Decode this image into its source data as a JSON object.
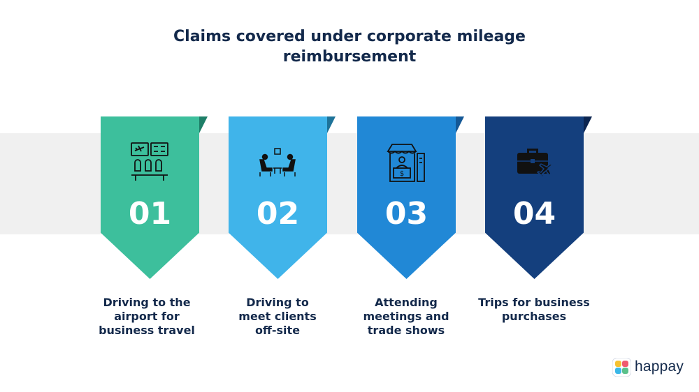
{
  "title_line1": "Claims covered under corporate mileage",
  "title_line2": "reimbursement",
  "steps": [
    {
      "number": "01",
      "icon": "airport-icon",
      "label_lines": [
        "Driving to the",
        "airport for",
        "business travel"
      ],
      "color": "#3dbf9c",
      "fold_color": "#1e7f68"
    },
    {
      "number": "02",
      "icon": "client-meeting-icon",
      "label_lines": [
        "Driving to",
        "meet clients",
        "off-site"
      ],
      "color": "#40b4ea",
      "fold_color": "#1e7399"
    },
    {
      "number": "03",
      "icon": "trade-booth-icon",
      "label_lines": [
        "Attending",
        "meetings and",
        "trade shows"
      ],
      "color": "#2188d6",
      "fold_color": "#145896"
    },
    {
      "number": "04",
      "icon": "briefcase-plane-icon",
      "label_lines": [
        "Trips for business",
        "purchases"
      ],
      "color": "#143f7d",
      "fold_color": "#0c2550"
    }
  ],
  "brand": {
    "name": "happay"
  }
}
